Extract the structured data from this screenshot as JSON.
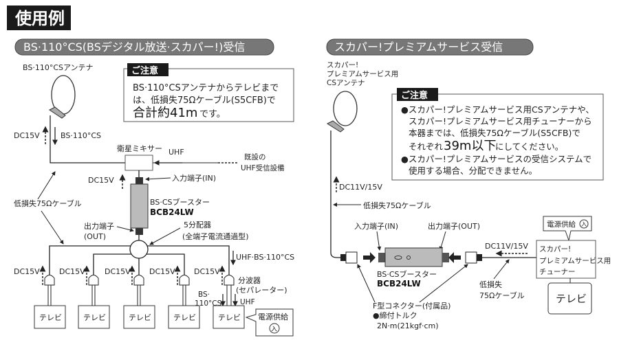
{
  "title": "使用例",
  "left": {
    "header": "BS·110°CS(BSデジタル放送·スカパー!)受信",
    "antenna_label": "BS·110°CSアンテナ",
    "notice": {
      "label": "ご注意",
      "line1": "BS·110°CSアンテナからテレビまで",
      "line2": "は、低損失75Ωケーブル(S5CFB)で",
      "line3_big": "合計約41m",
      "line3_small": "です。"
    },
    "dc15v": "DC15V",
    "bs110cs": "BS·110°CS",
    "mixer": "衛星ミキサー",
    "uhf": "UHF",
    "existing1": "既設の",
    "existing2": "UHF受信設備",
    "input_terminal": "入力端子(IN)",
    "booster_name": "BS·CSブースター",
    "booster_model": "BCB24LW",
    "cable": "低損失75Ωケーブル",
    "output_terminal1": "出力端子",
    "output_terminal2": "(OUT)",
    "splitter1": "5分配器",
    "splitter2": "(全端子電流通過型)",
    "uhf_bs": "UHF·BS·110°CS",
    "separator1": "分波器",
    "separator2": "(セパレーター)",
    "bs_short": "BS·",
    "cs_short": "110°CS",
    "uhf2": "UHF",
    "tv": "テレビ",
    "power": "電源供給",
    "power_mark": "入"
  },
  "right": {
    "header": "スカパー!プレミアムサービス受信",
    "antenna_label": [
      "スカパー!",
      "プレミアムサービス用",
      "CSアンテナ"
    ],
    "notice": {
      "label": "ご注意",
      "line1": "●スカパー!プレミアムサービス用CSアンテナや、",
      "line2": "スカパー!プレミアムサービス用チューナーから",
      "line3": "本器までは、低損失75Ωケーブル(S5CFB)で",
      "line4_pre": "それぞれ",
      "line4_big": "39m以下",
      "line4_post": "にしてください。",
      "line5": "●スカパー!プレミアムサービスの受信システムで",
      "line6": "使用する場合、分配できません。"
    },
    "dc": "DC11V/15V",
    "cable": "低損失75Ωケーブル",
    "input_terminal": "入力端子(IN)",
    "output_terminal": "出力端子(OUT)",
    "booster_name": "BS·CSブースター",
    "booster_model": "BCB24LW",
    "cable2_1": "低損失",
    "cable2_2": "75Ωケーブル",
    "connector": "F型コネクター(付属品)",
    "torque1": "●締付トルク",
    "torque2": "2N·m(21kgf·cm)",
    "dc2": "DC11V/15V",
    "tuner": [
      "スカパー!",
      "プレミアムサービス用",
      "チューナー"
    ],
    "power": "電源供給",
    "power_mark": "入",
    "tv": "テレビ"
  }
}
